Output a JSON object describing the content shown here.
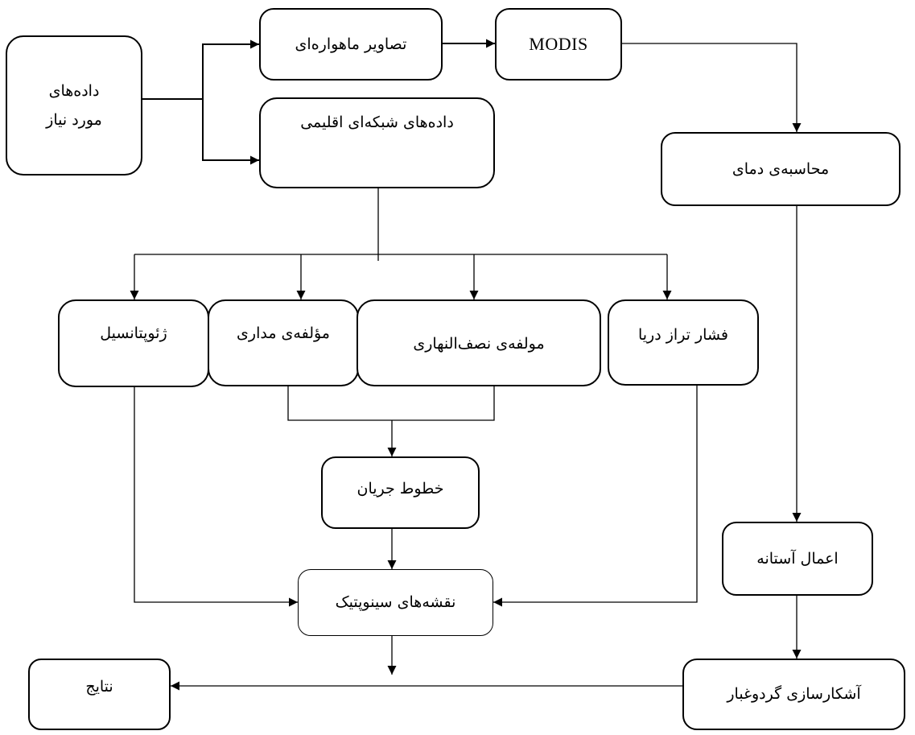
{
  "nodes": {
    "required_data": {
      "line1": "داده‌های",
      "line2": "مورد نیاز"
    },
    "satellite_images": "تصاویر ماهواره‌ای",
    "modis": "MODIS",
    "climate_grid_data": "داده‌های شبکه‌ای اقلیمی",
    "temperature_calc": "محاسبه‌ی دمای",
    "geopotential": "ژئوپتانسیل",
    "zonal_component": "مؤلفه‌ی مداری",
    "meridional_component": "مولفه‌ی نصف‌النهاری",
    "sea_level_pressure": "فشار تراز دریا",
    "streamlines": "خطوط جریان",
    "apply_threshold": "اعمال آستانه",
    "synoptic_maps": "نقشه‌های سینوپتیک",
    "dust_detection": "آشکارسازی گردوغبار",
    "results": "نتایج"
  },
  "colors": {
    "line": "#000000",
    "background": "#ffffff"
  }
}
